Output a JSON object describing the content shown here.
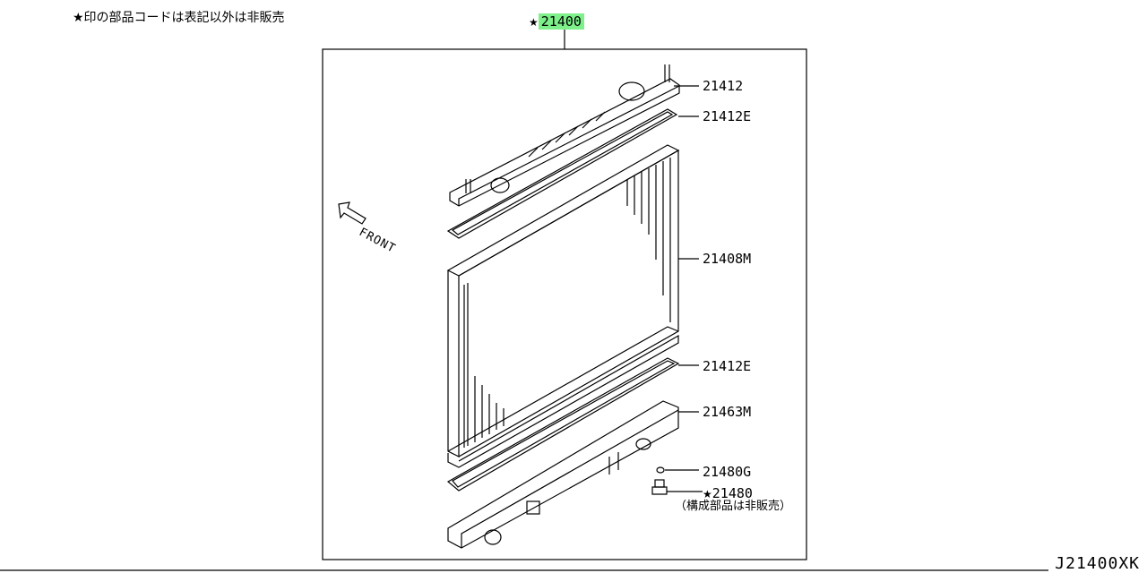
{
  "note": "★印の部品コードは表記以外は非販売",
  "assembly": {
    "star": "★",
    "part_no": "21400"
  },
  "front_label": "FRONT",
  "parts": [
    {
      "id": "21412",
      "label": "21412"
    },
    {
      "id": "21412E-upper",
      "label": "21412E"
    },
    {
      "id": "21408M",
      "label": "21408M"
    },
    {
      "id": "21412E-lower",
      "label": "21412E"
    },
    {
      "id": "21463M",
      "label": "21463M"
    },
    {
      "id": "21480G",
      "label": "21480G"
    },
    {
      "id": "21480",
      "star": "★",
      "label": "21480"
    }
  ],
  "part_21480_note": "（構成部品は非販売）",
  "diagram_code": "J21400XK",
  "colors": {
    "highlight": "#7df08a",
    "line": "#000000"
  }
}
